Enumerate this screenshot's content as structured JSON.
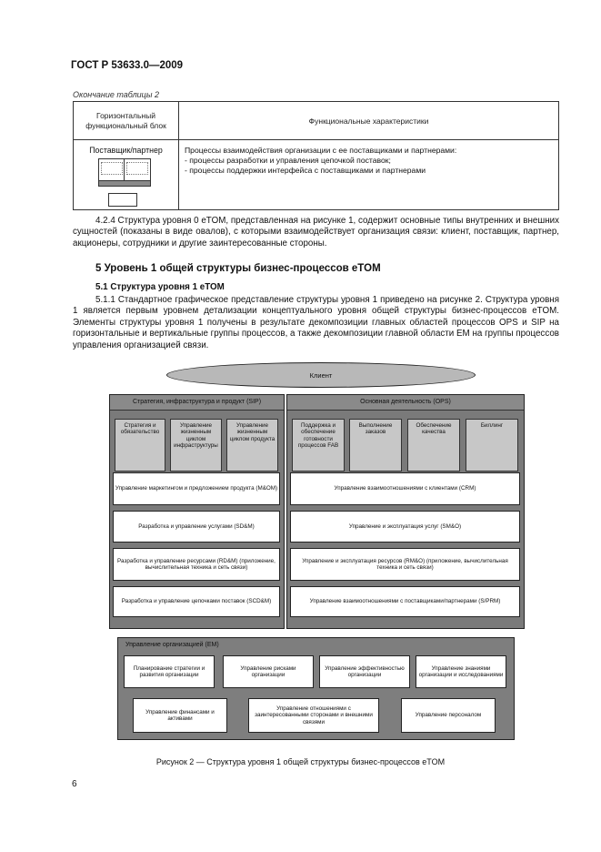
{
  "header": "ГОСТ Р 53633.0—2009",
  "table_caption": "Окончание таблицы 2",
  "table": {
    "col1_header": "Горизонтальный функциональный блок",
    "col2_header": "Функциональные характеристики",
    "row_block": "Поставщик/партнер",
    "row_lines": [
      "Процессы взаимодействия организации с ее поставщиками и партнерами:",
      "- процессы разработки и управления цепочкой поставок;",
      "- процессы поддержки интерфейса с поставщиками и партнерами"
    ]
  },
  "para_424": "4.2.4 Структура уровня 0 eTOM, представленная на рисунке 1, содержит основные типы внутренних и внешних сущностей (показаны в виде овалов), с которыми взаимодействует организация связи: клиент, поставщик, партнер, акционеры, сотрудники и другие заинтересованные стороны.",
  "section5": "5 Уровень 1 общей структуры бизнес-процессов eTOM",
  "section51": "5.1 Структура уровня 1 eTOM",
  "para_511": "5.1.1 Стандартное графическое представление структуры уровня 1 приведено на рисунке 2. Структура уровня 1 является первым уровнем детализации концептуального уровня общей структуры бизнес-процессов eTOM. Элементы структуры уровня 1 получены в результате декомпозиции главных областей процессов OPS и SIP на горизонтальные и вертикальные группы процессов, а также декомпозиции главной области EM на группы процессов управления организацией связи.",
  "diagram": {
    "client": "Клиент",
    "sip_title": "Стратегия, инфраструктура и продукт (SIP)",
    "ops_title": "Основная деятельность (OPS)",
    "sip_vert": [
      "Стратегия и обязательство",
      "Управление жизненным циклом инфраструктуры",
      "Управление жизненным циклом продукта"
    ],
    "ops_vert": [
      "Поддержка и обеспечение готовности процессов FAB",
      "Выполнение заказов",
      "Обеспечение качества",
      "Биллинг"
    ],
    "sip_rows": [
      "Управление маркетингом и предложением продукта (M&OM)",
      "Разработка и управление услугами (SD&M)",
      "Разработка и управление ресурсами (RD&M) (приложение, вычислительная техника и сеть связи)",
      "Разработка и управление цепочками поставок (SCD&M)"
    ],
    "ops_rows": [
      "Управление взаимоотношениями с клиентами (CRM)",
      "Управление и эксплуатация услуг (SM&O)",
      "Управление и эксплуатация ресурсов (RM&O) (приложение, вычислительная техника и сеть связи)",
      "Управление взаимоотношениями с поставщиками/партнерами (S/PRM)"
    ],
    "em_title": "Управление организацией (EM)",
    "em_row1": [
      "Планирование стратегии и развития организации",
      "Управление рисками организации",
      "Управление эффективностью организации",
      "Управление знаниями организации и исследованиями"
    ],
    "em_row2": [
      "Управление финансами и активами",
      "Управление отношениями с заинтересованными сторонами и внешними связями",
      "Управление персоналом"
    ]
  },
  "figure_caption": "Рисунок 2 — Структура уровня 1 общей структуры бизнес-процессов eTOM",
  "page_number": "6"
}
